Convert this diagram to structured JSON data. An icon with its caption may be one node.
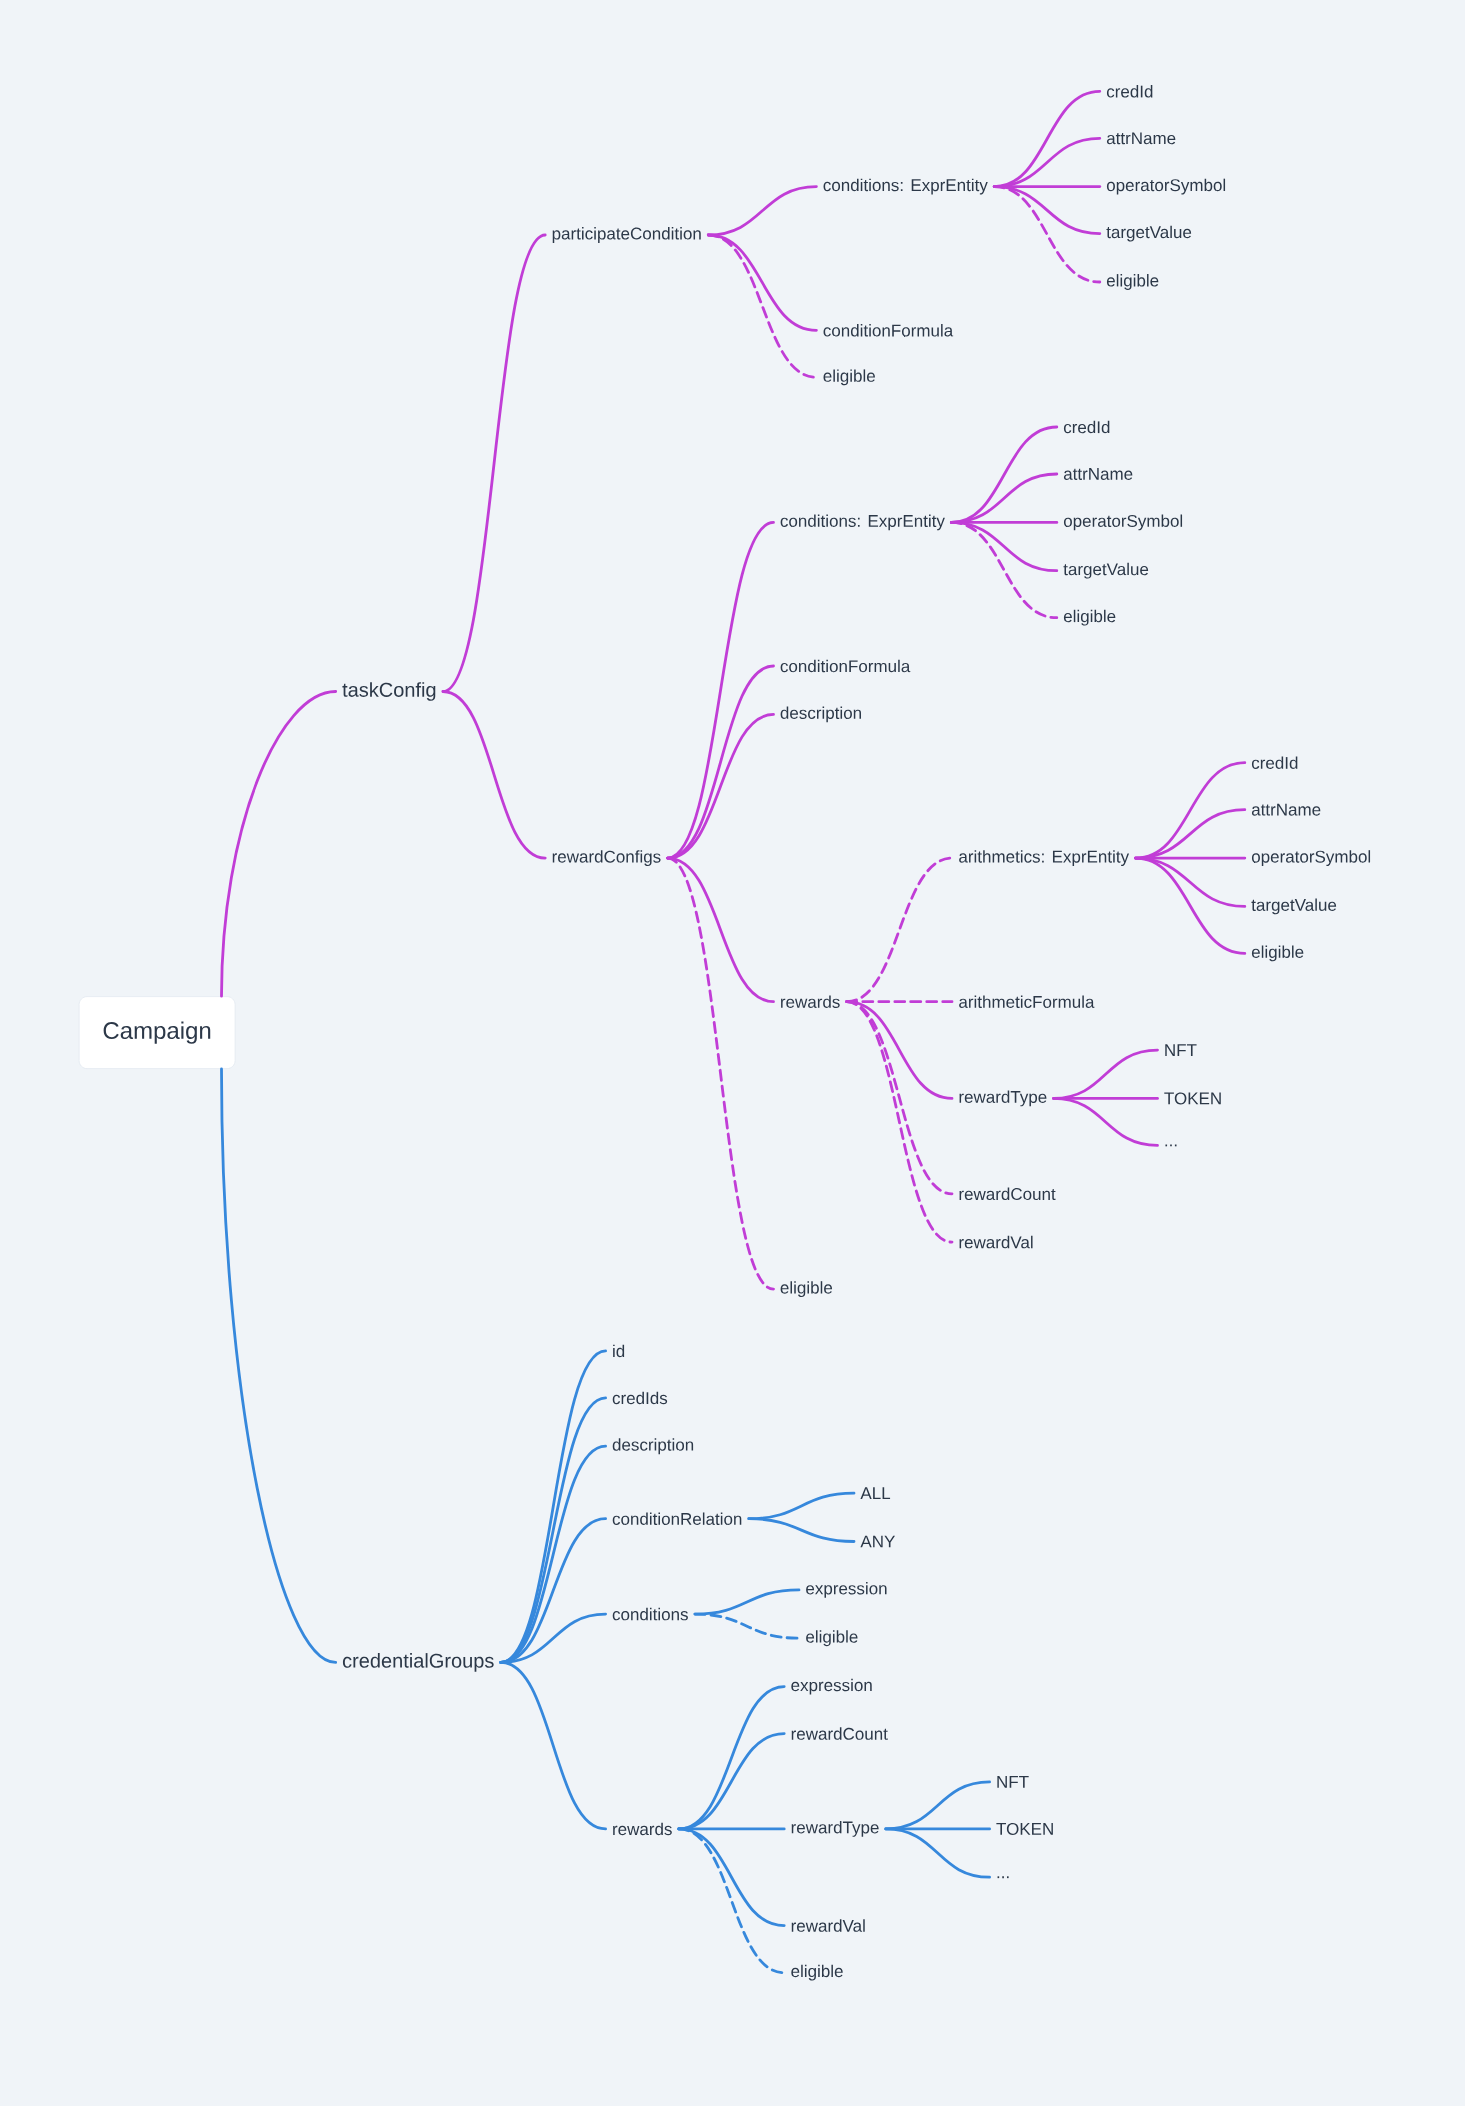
{
  "diagram": {
    "nodes": [
      {
        "text": [
          "Campaign"
        ]
      },
      {
        "text": [
          "taskConfig"
        ]
      },
      {
        "text": [
          "participateCondition"
        ]
      },
      {
        "text": [
          "conditions: ExprEntity"
        ]
      },
      {
        "text": [
          "credId"
        ]
      },
      {
        "text": [
          "attrName"
        ]
      },
      {
        "text": [
          "operatorSymbol"
        ]
      },
      {
        "text": [
          "targetValue"
        ]
      },
      {
        "text": [
          "eligible"
        ]
      },
      {
        "text": [
          "conditionFormula"
        ]
      },
      {
        "text": [
          "eligible"
        ]
      },
      {
        "text": [
          "rewardConfigs"
        ]
      },
      {
        "text": [
          "conditions: ExprEntity"
        ]
      },
      {
        "text": [
          "credId"
        ]
      },
      {
        "text": [
          "attrName"
        ]
      },
      {
        "text": [
          "operatorSymbol"
        ]
      },
      {
        "text": [
          "targetValue"
        ]
      },
      {
        "text": [
          "eligible"
        ]
      },
      {
        "text": [
          "conditionFormula"
        ]
      },
      {
        "text": [
          "description"
        ]
      },
      {
        "text": [
          "rewards"
        ]
      },
      {
        "text": [
          "arithmetics: ExprEntity"
        ]
      },
      {
        "text": [
          "credId"
        ]
      },
      {
        "text": [
          "attrName"
        ]
      },
      {
        "text": [
          "operatorSymbol"
        ]
      },
      {
        "text": [
          "targetValue"
        ]
      },
      {
        "text": [
          "eligible"
        ]
      },
      {
        "text": [
          "arithmeticFormula"
        ]
      },
      {
        "text": [
          "rewardType"
        ]
      },
      {
        "text": [
          "NFT"
        ]
      },
      {
        "text": [
          "TOKEN"
        ]
      },
      {
        "text": [
          "..."
        ]
      },
      {
        "text": [
          "rewardCount"
        ]
      },
      {
        "text": [
          "rewardVal"
        ]
      },
      {
        "text": [
          "eligible"
        ]
      },
      {
        "text": [
          "credentialGroups"
        ]
      },
      {
        "text": [
          "id"
        ]
      },
      {
        "text": [
          "credIds"
        ]
      },
      {
        "text": [
          "description"
        ]
      },
      {
        "text": [
          "conditionRelation"
        ]
      },
      {
        "text": [
          "ALL"
        ]
      },
      {
        "text": [
          "ANY"
        ]
      },
      {
        "text": [
          "conditions"
        ]
      },
      {
        "text": [
          "expression"
        ]
      },
      {
        "text": [
          "eligible"
        ]
      },
      {
        "text": [
          "rewards"
        ]
      },
      {
        "text": [
          "expression"
        ]
      },
      {
        "text": [
          "rewardCount"
        ]
      },
      {
        "text": [
          "rewardType"
        ]
      },
      {
        "text": [
          "NFT"
        ]
      },
      {
        "text": [
          "TOKEN"
        ]
      },
      {
        "text": [
          "..."
        ]
      },
      {
        "text": [
          "rewardVal"
        ]
      },
      {
        "text": [
          "eligible"
        ]
      }
    ],
    "edges": [
      {
        "from": 0,
        "to": 1,
        "arrow": "none"
      },
      {
        "from": 1,
        "to": 2,
        "arrow": "none"
      },
      {
        "from": 2,
        "to": 3,
        "arrow": "none"
      },
      {
        "from": 3,
        "to": 4,
        "arrow": "none"
      },
      {
        "from": 3,
        "to": 5,
        "arrow": "none"
      },
      {
        "from": 3,
        "to": 6,
        "arrow": "none"
      },
      {
        "from": 3,
        "to": 7,
        "arrow": "none"
      },
      {
        "from": 3,
        "to": 8,
        "arrow": "none",
        "style": "dashed"
      },
      {
        "from": 2,
        "to": 9,
        "arrow": "none"
      },
      {
        "from": 2,
        "to": 10,
        "arrow": "none",
        "style": "dashed"
      },
      {
        "from": 1,
        "to": 11,
        "arrow": "none"
      },
      {
        "from": 11,
        "to": 12,
        "arrow": "none"
      },
      {
        "from": 12,
        "to": 13,
        "arrow": "none"
      },
      {
        "from": 12,
        "to": 14,
        "arrow": "none"
      },
      {
        "from": 12,
        "to": 15,
        "arrow": "none"
      },
      {
        "from": 12,
        "to": 16,
        "arrow": "none"
      },
      {
        "from": 12,
        "to": 17,
        "arrow": "none",
        "style": "dashed"
      },
      {
        "from": 11,
        "to": 18,
        "arrow": "none"
      },
      {
        "from": 11,
        "to": 19,
        "arrow": "none"
      },
      {
        "from": 11,
        "to": 20,
        "arrow": "none"
      },
      {
        "from": 20,
        "to": 21,
        "arrow": "none",
        "style": "dashed"
      },
      {
        "from": 21,
        "to": 22,
        "arrow": "none"
      },
      {
        "from": 21,
        "to": 23,
        "arrow": "none"
      },
      {
        "from": 21,
        "to": 24,
        "arrow": "none"
      },
      {
        "from": 21,
        "to": 25,
        "arrow": "none"
      },
      {
        "from": 21,
        "to": 26,
        "arrow": "none"
      },
      {
        "from": 20,
        "to": 27,
        "arrow": "none",
        "style": "dashed"
      },
      {
        "from": 20,
        "to": 28,
        "arrow": "none"
      },
      {
        "from": 28,
        "to": 29,
        "arrow": "none"
      },
      {
        "from": 28,
        "to": 30,
        "arrow": "none"
      },
      {
        "from": 28,
        "to": 31,
        "arrow": "none"
      },
      {
        "from": 20,
        "to": 32,
        "arrow": "none",
        "style": "dashed"
      },
      {
        "from": 20,
        "to": 33,
        "arrow": "none",
        "style": "dashed"
      },
      {
        "from": 11,
        "to": 34,
        "arrow": "none",
        "style": "dashed"
      },
      {
        "from": 0,
        "to": 35,
        "arrow": "none",
        "color": "#3688dc"
      },
      {
        "from": 35,
        "to": 36,
        "arrow": "none",
        "color": "#3688dc"
      },
      {
        "from": 35,
        "to": 37,
        "arrow": "none",
        "color": "#3688dc"
      },
      {
        "from": 35,
        "to": 38,
        "arrow": "none",
        "color": "#3688dc"
      },
      {
        "from": 35,
        "to": 39,
        "arrow": "none",
        "color": "#3688dc"
      },
      {
        "from": 39,
        "to": 40,
        "arrow": "none",
        "color": "#3688dc"
      },
      {
        "from": 39,
        "to": 41,
        "arrow": "none",
        "color": "#3688dc"
      },
      {
        "from": 35,
        "to": 42,
        "arrow": "none",
        "color": "#3688dc"
      },
      {
        "from": 42,
        "to": 43,
        "arrow": "none",
        "color": "#3688dc"
      },
      {
        "from": 42,
        "to": 44,
        "arrow": "none",
        "style": "dashed",
        "color": "#3688dc"
      },
      {
        "from": 35,
        "to": 45,
        "arrow": "none",
        "color": "#3688dc"
      },
      {
        "from": 45,
        "to": 46,
        "arrow": "none",
        "color": "#3688dc"
      },
      {
        "from": 45,
        "to": 47,
        "arrow": "none",
        "color": "#3688dc"
      },
      {
        "from": 45,
        "to": 48,
        "arrow": "none",
        "color": "#3688dc"
      },
      {
        "from": 48,
        "to": 49,
        "arrow": "none",
        "color": "#3688dc"
      },
      {
        "from": 48,
        "to": 50,
        "arrow": "none",
        "color": "#3688dc"
      },
      {
        "from": 48,
        "to": 51,
        "arrow": "none",
        "color": "#3688dc"
      },
      {
        "from": 45,
        "to": 52,
        "arrow": "none",
        "color": "#3688dc"
      },
      {
        "from": 45,
        "to": 53,
        "arrow": "none",
        "style": "dashed",
        "color": "#3688dc"
      }
    ]
  }
}
